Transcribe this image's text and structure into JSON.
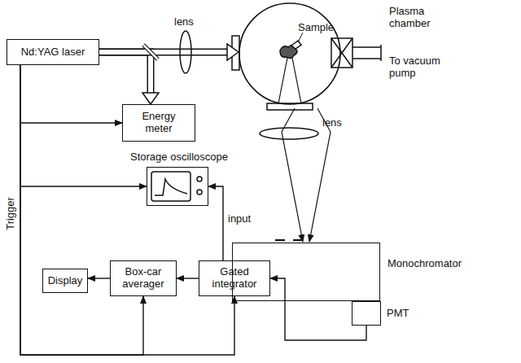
{
  "diagram": {
    "nodes": [
      {
        "text": [
          "Nd:YAG laser"
        ]
      },
      {
        "text": [
          "Plasma chamber"
        ]
      },
      {
        "text": [
          "Energy meter"
        ]
      },
      {
        "text": [
          "Storage oscilloscope"
        ]
      },
      {
        "text": [
          "Monochromator"
        ]
      },
      {
        "text": [
          "PMT"
        ]
      },
      {
        "text": [
          "Display"
        ]
      },
      {
        "text": [
          "Box-car averager"
        ]
      },
      {
        "text": [
          "Gated integrator"
        ]
      }
    ],
    "edges": [
      {
        "from": 0,
        "to": 1,
        "arrow": "to"
      },
      {
        "from": 0,
        "to": 2,
        "arrow": "to"
      },
      {
        "from": 1,
        "to": 4,
        "arrow": "to"
      },
      {
        "from": 5,
        "to": 8,
        "arrow": "to"
      },
      {
        "from": 8,
        "to": 7,
        "arrow": "to"
      },
      {
        "from": 7,
        "to": 6,
        "arrow": "to"
      },
      {
        "from": 8,
        "to": 3,
        "label": "input",
        "arrow": "to"
      },
      {
        "from": 0,
        "to": 2,
        "arrow": "to"
      },
      {
        "from": 0,
        "to": 3,
        "arrow": "to"
      },
      {
        "from": 0,
        "to": 7,
        "arrow": "to"
      },
      {
        "from": 0,
        "to": 8,
        "arrow": "to"
      }
    ],
    "labels": [
      "lens",
      "Sample",
      "lens",
      "To vacuum pump",
      "Trigger"
    ]
  }
}
